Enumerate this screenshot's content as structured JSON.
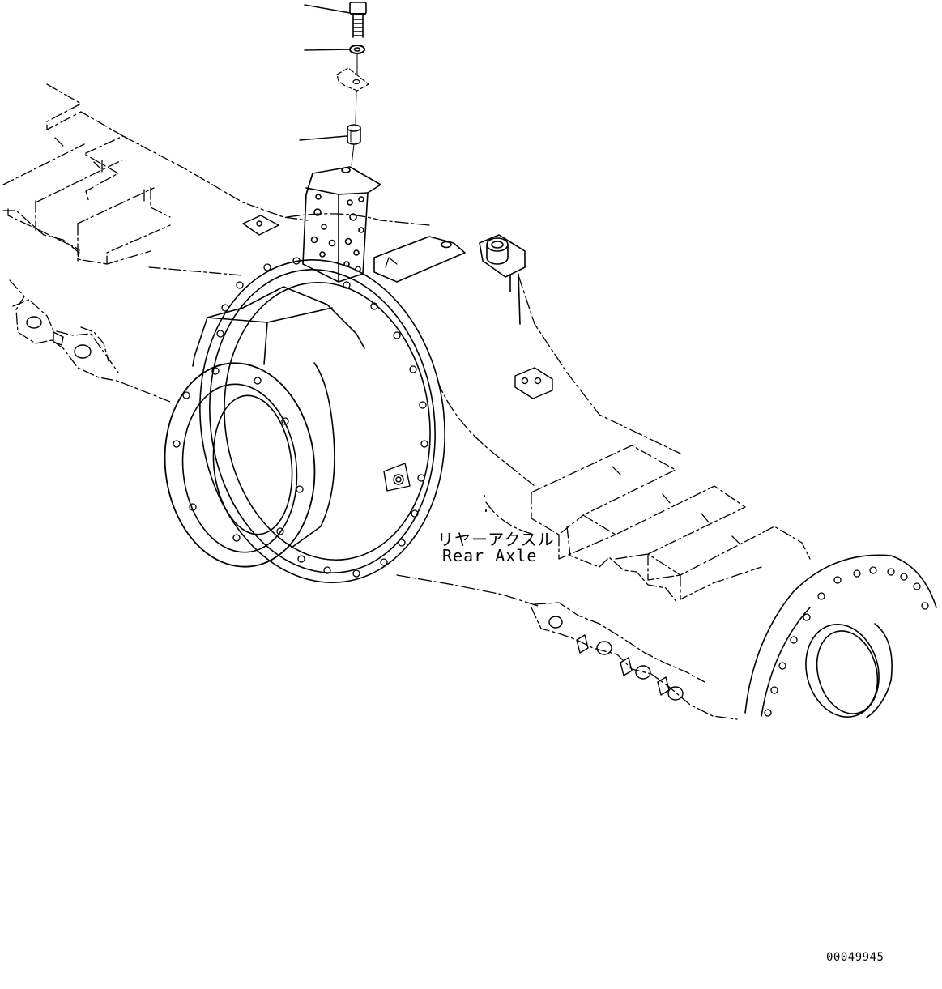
{
  "part_label": {
    "japanese": "リヤーアクスル",
    "english": "Rear Axle"
  },
  "drawing_number": "00049945",
  "colors": {
    "line": "#000000",
    "background": "#ffffff"
  },
  "callouts": [
    "bolt",
    "washer",
    "spacer-collar"
  ]
}
